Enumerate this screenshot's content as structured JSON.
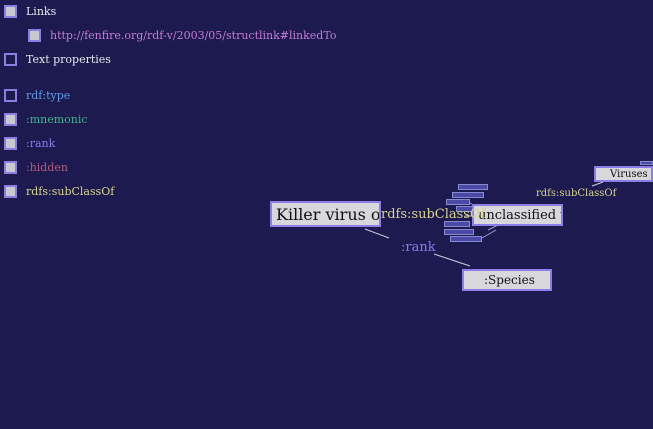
{
  "sidebar": {
    "items": [
      {
        "label": "Links",
        "color": "#e8e8f0",
        "checked": true
      },
      {
        "label": "http://fenfire.org/rdf-v/2003/05/structlink#linkedTo",
        "color": "#c77bd6",
        "checked": true
      },
      {
        "label": "Text properties",
        "color": "#e8e8f0",
        "checked": false
      },
      {
        "label": "rdf:type",
        "color": "#5d9ce8",
        "checked": false
      },
      {
        "label": ":mnemonic",
        "color": "#3fb58a",
        "checked": true
      },
      {
        "label": ":rank",
        "color": "#8a7af0",
        "checked": true
      },
      {
        "label": ":hidden",
        "color": "#b85b78",
        "checked": true
      },
      {
        "label": "rdfs:subClassOf",
        "color": "#d9d28a",
        "checked": true
      }
    ]
  },
  "graph": {
    "nodes": {
      "killer": "Killer virus of",
      "unclassified": "unclassified vi",
      "species": ":Species",
      "viruses": "Viruses"
    },
    "edges": {
      "subclass_main": "rdfs:subClassOf",
      "subclass_top": "rdfs:subClassOf",
      "rank": ":rank"
    },
    "colors": {
      "subclass": "#d9d28a",
      "rank": "#8a7af0",
      "node_border": "#8c7ee6",
      "node_fill": "#d7d7dc"
    }
  }
}
